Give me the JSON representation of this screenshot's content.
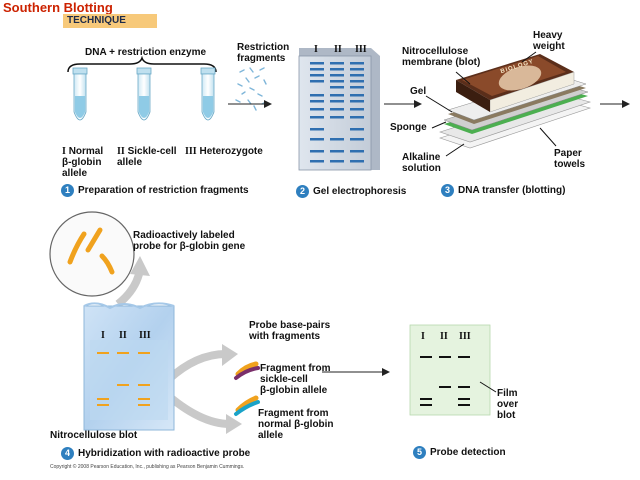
{
  "header": {
    "title": "Southern Blotting",
    "technique": "TECHNIQUE"
  },
  "step1": {
    "dna_label": "DNA + restriction enzyme",
    "tubes": [
      {
        "roman": "I",
        "label_lines": [
          "Normal",
          "β-globin",
          "allele"
        ]
      },
      {
        "roman": "II",
        "label_lines": [
          "Sickle-cell",
          "allele"
        ]
      },
      {
        "roman": "III",
        "label_lines": [
          "Heterozygote"
        ]
      }
    ],
    "number": "1",
    "caption": "Preparation of restriction fragments"
  },
  "step2": {
    "fragments_label": [
      "Restriction",
      "fragments"
    ],
    "lane_labels": [
      "I",
      "II",
      "III"
    ],
    "number": "2",
    "caption": "Gel electrophoresis"
  },
  "step3": {
    "heavy_weight": [
      "Heavy",
      "weight"
    ],
    "nitrocellulose": [
      "Nitrocellulose",
      "membrane (blot)"
    ],
    "gel": "Gel",
    "sponge": "Sponge",
    "alkaline": [
      "Alkaline",
      "solution"
    ],
    "paper_towels": [
      "Paper",
      "towels"
    ],
    "book_title": "BIOLOGY",
    "number": "3",
    "caption": "DNA transfer (blotting)"
  },
  "probe": {
    "label_lines": [
      "Radioactively labeled",
      "probe for β-globin gene"
    ]
  },
  "step4": {
    "lane_labels": [
      "I",
      "II",
      "III"
    ],
    "nitro_blot": "Nitrocellulose blot",
    "base_pairs": [
      "Probe base-pairs",
      "with fragments"
    ],
    "sickle_fragment": [
      "Fragment from",
      "sickle-cell",
      "β-globin allele"
    ],
    "normal_fragment": [
      "Fragment from",
      "normal β-globin",
      "allele"
    ],
    "number": "4",
    "caption": "Hybridization with radioactive probe"
  },
  "step5": {
    "lane_labels": [
      "I",
      "II",
      "III"
    ],
    "film": [
      "Film",
      "over",
      "blot"
    ],
    "number": "5",
    "caption": "Probe detection"
  },
  "copyright": "Copyright © 2008 Pearson Education, Inc., publishing as Pearson Benjamin Cummings.",
  "colors": {
    "accent": "#2e7fbf",
    "band": "#2f6fb0",
    "probe": "#f0a21e",
    "title": "#cc2200"
  }
}
